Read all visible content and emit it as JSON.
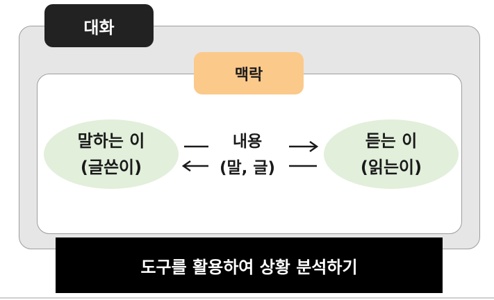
{
  "diagram": {
    "dialog_label": "대화",
    "context_label": "맥락",
    "speaker": {
      "line1": "말하는 이",
      "line2": "(글쓴이)"
    },
    "listener": {
      "line1": "듣는 이",
      "line2": "(읽는이)"
    },
    "content": {
      "line1": "내용",
      "line2": "(말, 글)"
    }
  },
  "banner": {
    "text": "도구를 활용하여 상황 분석하기"
  }
}
